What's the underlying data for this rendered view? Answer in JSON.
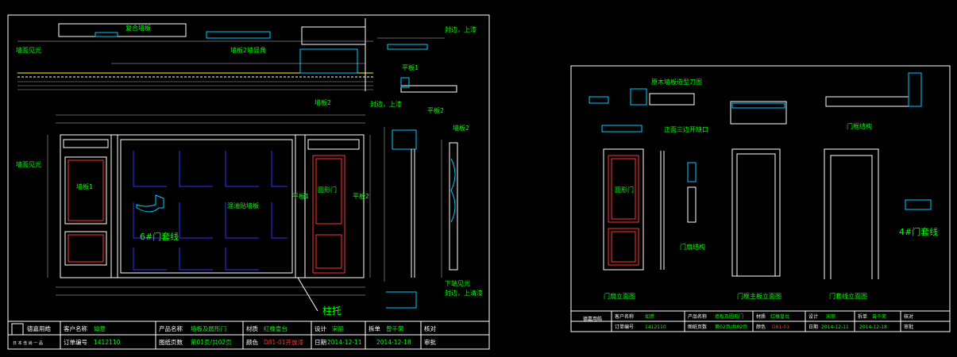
{
  "sheet1": {
    "labels": {
      "wall_panel_section": "复合墙板",
      "wall_panel_vertical": "墙板2墙竖角",
      "edge_seal_top": "封边，上漆",
      "flat_panel_1": "平板1",
      "flat_panel_2": "平板2",
      "edge_seal_top_2": "封边，上漆",
      "wall_match_left": "墙面见光",
      "wall_match_left_2": "墙面见光",
      "wall_panel_1": "墙板1",
      "wall_panel_2": "墙板2",
      "wall_panel_2_side": "墙板2",
      "center_panel": "混油贴墙板",
      "door_label": "圆形门",
      "flat_label_1": "平板1",
      "flat_label_2": "平板2",
      "door_casing_6": "6#门套线",
      "column_base": "柱托",
      "bottom_light": "下端见光",
      "bottom_seal": "封边，上清漆"
    },
    "title_block": {
      "company": "德嘉用皓",
      "company_sub": "日 本 佳 尚 一 品",
      "customer_name_label": "客户名称",
      "customer_name": "如意",
      "order_no_label": "订单编号",
      "order_no": "1412110",
      "product_name_label": "产品名称",
      "product_name": "墙板及圆形门",
      "drawing_pages_label": "图纸页数",
      "drawing_pages": "第01页/共02页",
      "material_label": "材质",
      "material": "红橡皇台",
      "color_label": "颜色",
      "color": "D81-01开放漆",
      "design_label": "设计",
      "design": "宋丽",
      "date_label": "日期",
      "date": "2014-12-11",
      "drafting_label": "拆单",
      "drafter": "曾千荣",
      "draft_date": "2014-12-18",
      "check_label": "核对",
      "approve_label": "审批"
    }
  },
  "sheet2": {
    "labels": {
      "section_cut": "原木墙板造型刀图",
      "recess_edge": "正面三边开缺口",
      "frame_section": "门框结构",
      "door_label": "圆形门",
      "door_frame_section": "门扇结构",
      "door_front": "门扇立面图",
      "frame_main": "门框主板立面图",
      "casing_front": "门套线立面图",
      "door_casing_4": "4#门套线"
    },
    "title_block": {
      "company": "德嘉用皓",
      "customer_name_label": "客户名称",
      "customer_name": "如意",
      "order_no_label": "订单编号",
      "order_no": "1412110",
      "product_name_label": "产品名称",
      "product_name": "墙板及圆形门",
      "drawing_pages_label": "图纸页数",
      "drawing_pages": "第02页/共02页",
      "material_label": "材质",
      "material": "红橡皇台",
      "color_label": "颜色",
      "color": "D81-01",
      "design_label": "设计",
      "design": "宋丽",
      "date_label": "日期",
      "date": "2014-12-11",
      "drafting_label": "拆单",
      "drafter": "曾千荣",
      "draft_date": "2014-12-18",
      "check_label": "核对",
      "approve_label": "审批"
    }
  },
  "colors": {
    "background": "#000000",
    "frame": "#ffffff",
    "dimension": "#c8c8c8",
    "label_green": "#00ff00",
    "panel_blue": "#3030ff",
    "door_red": "#ff3030",
    "section_cyan": "#00c8ff",
    "annot_yellow": "#ffff00",
    "text_white": "#ffffff"
  }
}
